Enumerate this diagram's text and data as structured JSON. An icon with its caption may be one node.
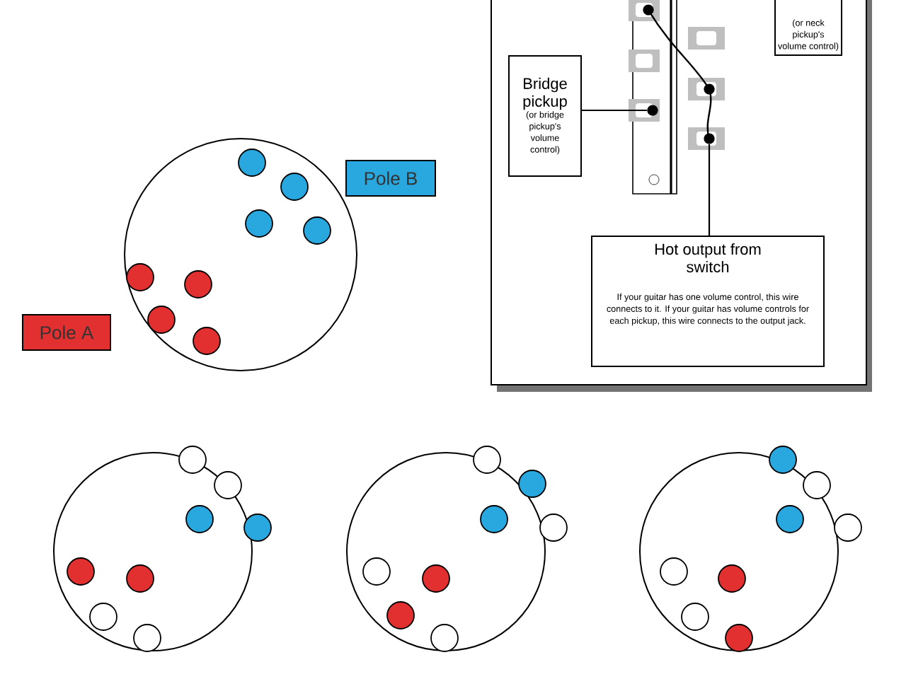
{
  "diagram": {
    "nodes": [
      {
        "text": [
          "(or neck pickup's volume control)"
        ]
      },
      {
        "text": [
          "Bridge pickup",
          "(or bridge pickup's volume control)"
        ]
      },
      {
        "text": [
          "Pole B"
        ]
      },
      {
        "text": [
          "Hot output from switch",
          "If your guitar has one volume control, this wire connects to it. If your guitar has volume controls for each pickup, this wire connects to the output jack."
        ]
      },
      {
        "text": [
          "Pole A"
        ]
      },
      {
        "text": [],
        "shape": "circle"
      },
      {
        "text": [],
        "shape": "circle"
      }
    ],
    "edges": [
      {
        "from": 1,
        "to": 5,
        "arrow": "none"
      },
      {
        "from": 3,
        "to": 6,
        "arrow": "none"
      }
    ]
  }
}
